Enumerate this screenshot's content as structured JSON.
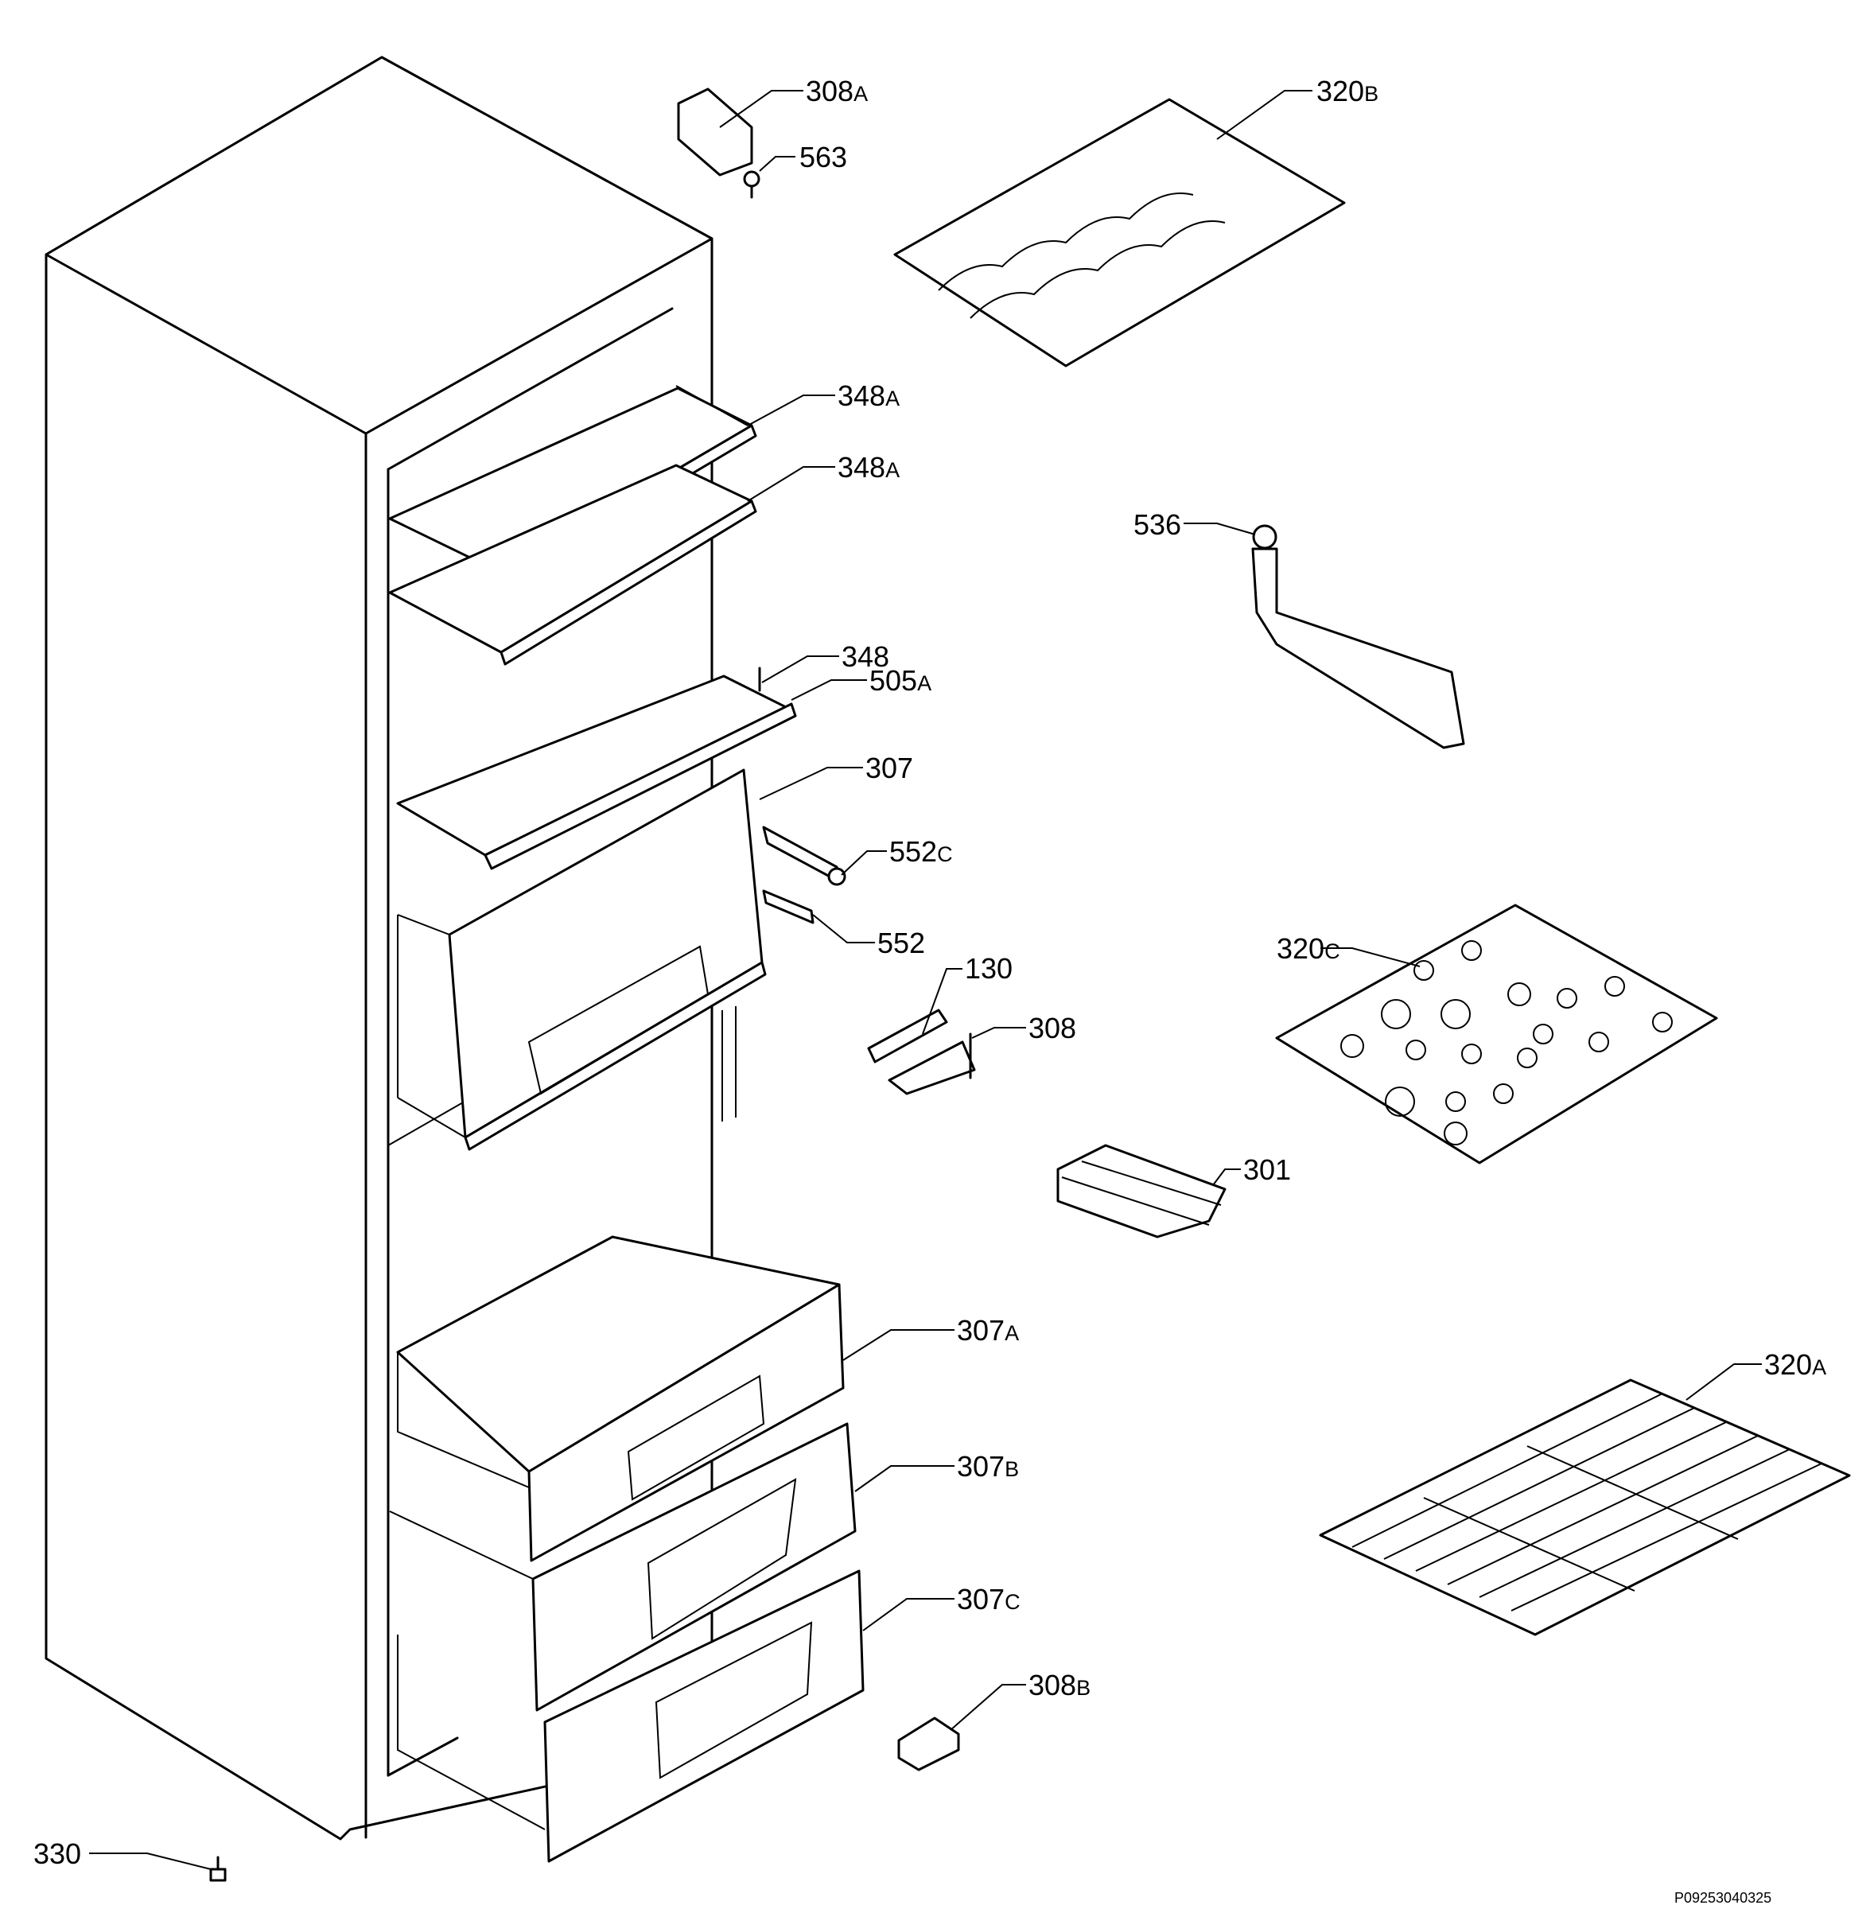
{
  "diagram_code": "P09253040325",
  "parts": [
    {
      "id": "p308a",
      "num": "308",
      "suffix": "A"
    },
    {
      "id": "p563",
      "num": "563",
      "suffix": ""
    },
    {
      "id": "p320b",
      "num": "320",
      "suffix": "B"
    },
    {
      "id": "p348a1",
      "num": "348",
      "suffix": "A"
    },
    {
      "id": "p348a2",
      "num": "348",
      "suffix": "A"
    },
    {
      "id": "p536",
      "num": "536",
      "suffix": ""
    },
    {
      "id": "p348",
      "num": "348",
      "suffix": ""
    },
    {
      "id": "p505a",
      "num": "505",
      "suffix": "A"
    },
    {
      "id": "p307",
      "num": "307",
      "suffix": ""
    },
    {
      "id": "p552c",
      "num": "552",
      "suffix": "C"
    },
    {
      "id": "p552",
      "num": "552",
      "suffix": ""
    },
    {
      "id": "p320c",
      "num": "320",
      "suffix": "C"
    },
    {
      "id": "p130",
      "num": "130",
      "suffix": ""
    },
    {
      "id": "p308",
      "num": "308",
      "suffix": ""
    },
    {
      "id": "p301",
      "num": "301",
      "suffix": ""
    },
    {
      "id": "p307a",
      "num": "307",
      "suffix": "A"
    },
    {
      "id": "p320a",
      "num": "320",
      "suffix": "A"
    },
    {
      "id": "p307b",
      "num": "307",
      "suffix": "B"
    },
    {
      "id": "p307c",
      "num": "307",
      "suffix": "C"
    },
    {
      "id": "p308b",
      "num": "308",
      "suffix": "B"
    },
    {
      "id": "p330",
      "num": "330",
      "suffix": ""
    }
  ]
}
